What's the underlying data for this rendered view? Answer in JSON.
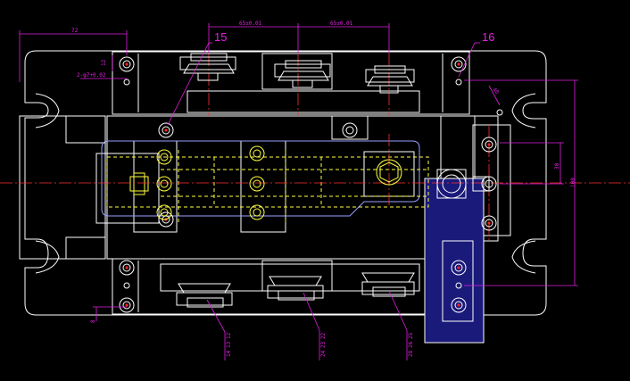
{
  "drawing": {
    "background": "#000000",
    "colors": {
      "outline": "#ffffff",
      "dimension": "#e020e0",
      "centerline": "#ff3030",
      "hidden": "#ffff40",
      "jaw": "#1a1a7a",
      "bolt": "#ff2020",
      "datum": "#9aa0ff"
    },
    "dimensions": {
      "top_left": "72",
      "top_mid": "65±0.01",
      "top_right": "65±0.01",
      "left_small_a": "12",
      "left_small_b": "2-φ7+0.02",
      "right_small": "40",
      "right_mid": "30",
      "right_long": "100",
      "bottom_left": "8"
    },
    "callouts": [
      {
        "label": "15",
        "icon": "leader-line"
      },
      {
        "label": "16",
        "icon": "leader-line"
      }
    ],
    "part_stacks": [
      [
        "12",
        "13",
        "14"
      ],
      [
        "22",
        "23",
        "24"
      ],
      [
        "25",
        "26",
        "28"
      ]
    ]
  }
}
